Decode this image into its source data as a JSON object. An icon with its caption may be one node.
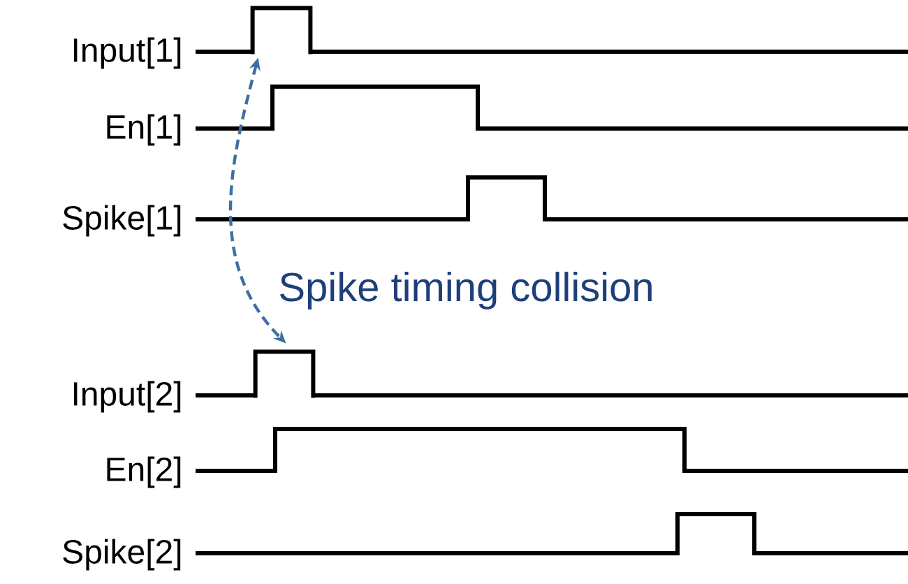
{
  "diagram": {
    "nodes": [
      {
        "text": [
          "Input[1]"
        ]
      },
      {
        "text": [
          "En[1]"
        ]
      },
      {
        "text": [
          "Spike[1]"
        ]
      },
      {
        "text": [
          "Input[2]"
        ]
      },
      {
        "text": [
          "En[2]"
        ]
      },
      {
        "text": [
          "Spike[2]"
        ]
      },
      {
        "text": [],
        "shape": "bar"
      },
      {
        "text": [],
        "shape": "bar"
      }
    ],
    "edges": [
      {
        "from": 6,
        "to": 7,
        "arrow": "both",
        "style": "dashed",
        "color": "#3e6ea6"
      }
    ],
    "labels": [
      "Spike timing collision"
    ]
  }
}
